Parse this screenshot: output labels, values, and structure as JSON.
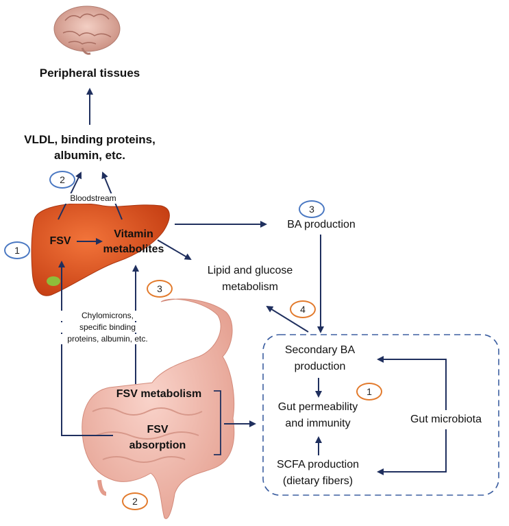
{
  "labels": {
    "peripheral": "Peripheral tissues",
    "vldl_line1": "VLDL, binding proteins,",
    "vldl_line2": "albumin, etc.",
    "bloodstream": "Bloodstream",
    "fsv": "FSV",
    "vitamin_line1": "Vitamin",
    "vitamin_line2": "metabolites",
    "ba_production": "BA production",
    "lipid_line1": "Lipid and glucose",
    "lipid_line2": "metabolism",
    "chylo_line1": "Chylomicrons,",
    "chylo_line2": "specific binding",
    "chylo_line3": "proteins, albumin, etc.",
    "fsv_metabolism": "FSV metabolism",
    "fsv_absorption_line1": "FSV",
    "fsv_absorption_line2": "absorption",
    "secondary_ba_line1": "Secondary BA",
    "secondary_ba_line2": "production",
    "gut_perm_line1": "Gut permeability",
    "gut_perm_line2": "and immunity",
    "gut_microbiota": "Gut microbiota",
    "scfa_line1": "SCFA production",
    "scfa_line2": "(dietary fibers)"
  },
  "markers": {
    "blue_1": "1",
    "blue_2": "2",
    "blue_3": "3",
    "orange_1": "1",
    "orange_2": "2",
    "orange_3": "3",
    "orange_4": "4"
  },
  "colors": {
    "arrow": "#1f2f5e",
    "liver": "#e0521f",
    "gut": "#f2b3a6",
    "blue_marker": "#4a78c2",
    "orange_marker": "#e27a2c"
  },
  "icons": [
    "brain-icon",
    "liver-icon",
    "gut-icon"
  ]
}
